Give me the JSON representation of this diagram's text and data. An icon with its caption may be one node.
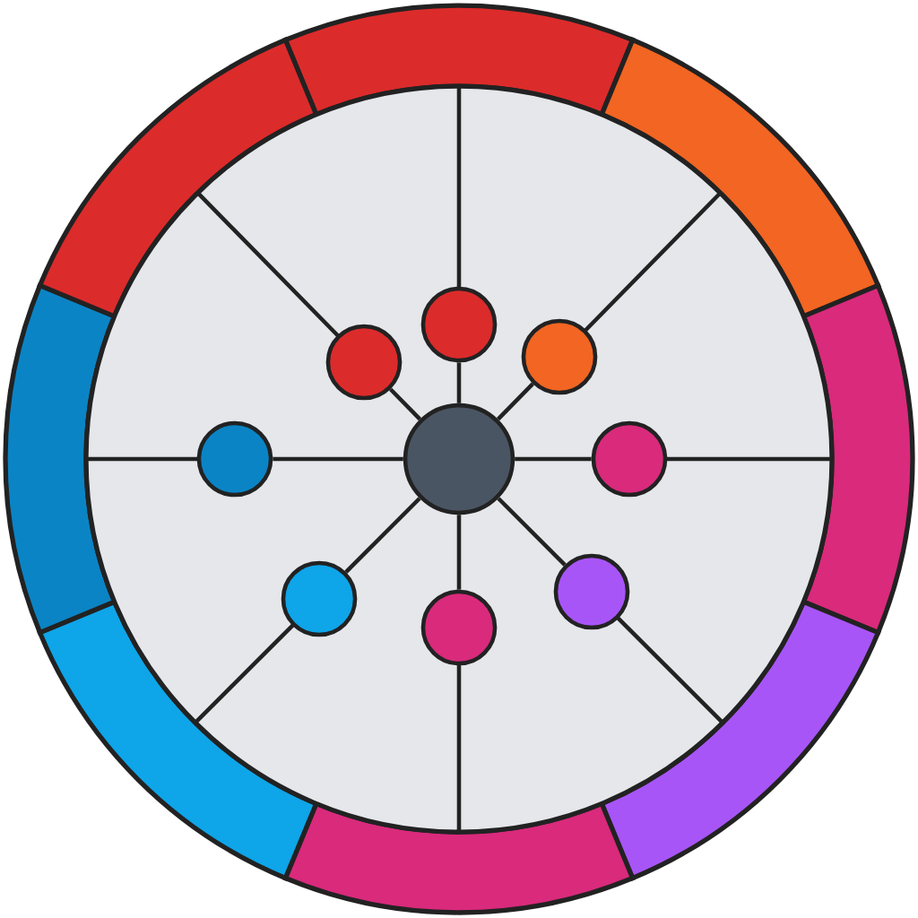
{
  "diagram": {
    "nodes": [
      {
        "text": [],
        "shape": "circle"
      },
      {
        "text": [],
        "shape": "circle"
      },
      {
        "text": [],
        "shape": "circle"
      },
      {
        "text": [],
        "shape": "circle"
      },
      {
        "text": [],
        "shape": "circle"
      },
      {
        "text": [],
        "shape": "circle"
      },
      {
        "text": [],
        "shape": "circle"
      },
      {
        "text": [],
        "shape": "circle"
      },
      {
        "text": [],
        "shape": "circle"
      }
    ],
    "edges": [
      {
        "from": 4,
        "to": 0,
        "arrow": "none"
      },
      {
        "from": 4,
        "to": 1,
        "arrow": "none"
      },
      {
        "from": 4,
        "to": 2,
        "arrow": "none"
      },
      {
        "from": 4,
        "to": 3,
        "arrow": "none"
      },
      {
        "from": 4,
        "to": 5,
        "arrow": "none"
      },
      {
        "from": 4,
        "to": 6,
        "arrow": "none"
      },
      {
        "from": 4,
        "to": 7,
        "arrow": "none"
      },
      {
        "from": 4,
        "to": 8,
        "arrow": "none"
      }
    ]
  }
}
